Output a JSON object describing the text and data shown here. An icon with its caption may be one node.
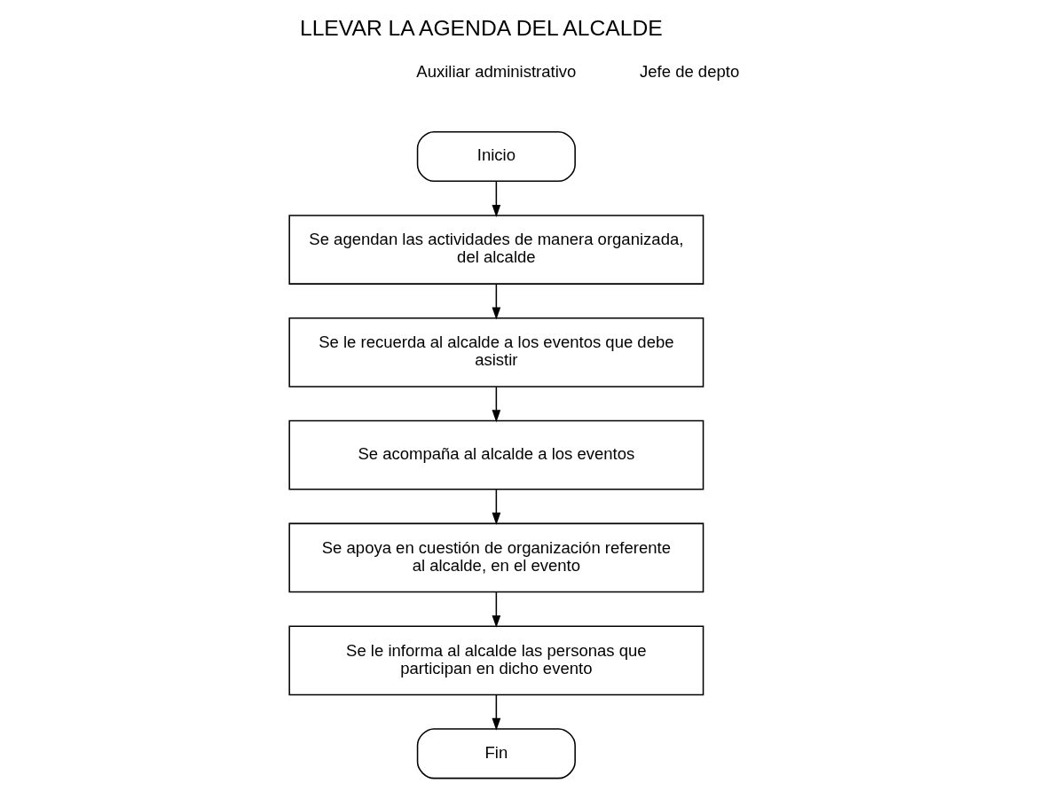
{
  "diagram": {
    "title": "LLEVAR LA AGENDA DEL ALCALDE",
    "nodes": [
      {
        "text": [
          "Inicio"
        ]
      },
      {
        "text": [
          "Se agendan las actividades de manera organizada, del alcalde"
        ]
      },
      {
        "text": [
          "Se le recuerda al alcalde a los eventos que debe asistir"
        ]
      },
      {
        "text": [
          "Se acompaña al alcalde a los eventos"
        ]
      },
      {
        "text": [
          "Se apoya en cuestión de organización referente al alcalde, en el evento"
        ]
      },
      {
        "text": [
          "Se le informa al alcalde las personas que participan en dicho evento"
        ]
      },
      {
        "text": [
          "Fin"
        ]
      }
    ],
    "edges": [
      {
        "from": 0,
        "to": 1,
        "arrow": "to"
      },
      {
        "from": 1,
        "to": 2,
        "arrow": "to"
      },
      {
        "from": 2,
        "to": 3,
        "arrow": "to"
      },
      {
        "from": 3,
        "to": 4,
        "arrow": "to"
      },
      {
        "from": 4,
        "to": 5,
        "arrow": "to"
      },
      {
        "from": 5,
        "to": 6,
        "arrow": "to"
      }
    ],
    "labels": [
      "Auxiliar administrativo",
      "Jefe de depto"
    ]
  }
}
